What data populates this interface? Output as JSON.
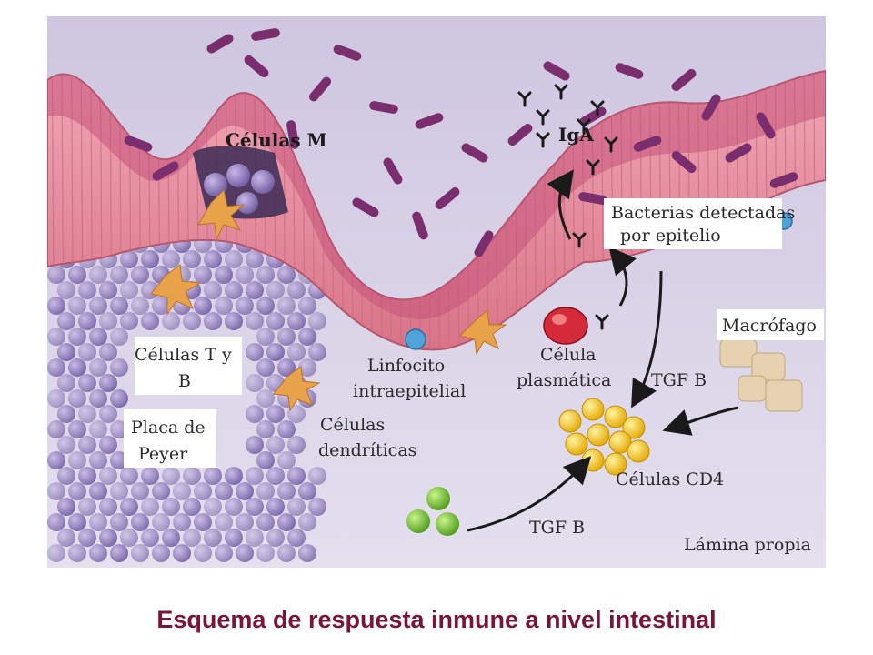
{
  "caption": "Esquema de respuesta inmune a nivel intestinal",
  "labels": {
    "m_cells": "Células M",
    "iga": "IgA",
    "bacteria_line1": "Bacterias detectadas",
    "bacteria_line2": "por epitelio",
    "macrophage": "Macrófago",
    "tb_line1": "Células T y",
    "tb_line2": "B",
    "peyer_line1": "Placa de",
    "peyer_line2": "Peyer",
    "lymph_line1": "Linfocito",
    "lymph_line2": "intraepitelial",
    "plasma_line1": "Célula",
    "plasma_line2": "plasmática",
    "tgf_top": "TGF B",
    "tgf_bottom": "TGF B",
    "dendritic_line1": "Células",
    "dendritic_line2": "dendríticas",
    "cd4": "Células CD4",
    "lamina": "Lámina propia"
  },
  "colors": {
    "epithelium": "#e38a9a",
    "lumen": "#c4527a",
    "lamina_propria": "#d8d2e6",
    "peyer_cells": "#8b76b8",
    "bacteria": "#7a2e6e",
    "cd4_cells": "#f0c826",
    "green_cells": "#7ec43a",
    "caption": "#7a1438"
  }
}
